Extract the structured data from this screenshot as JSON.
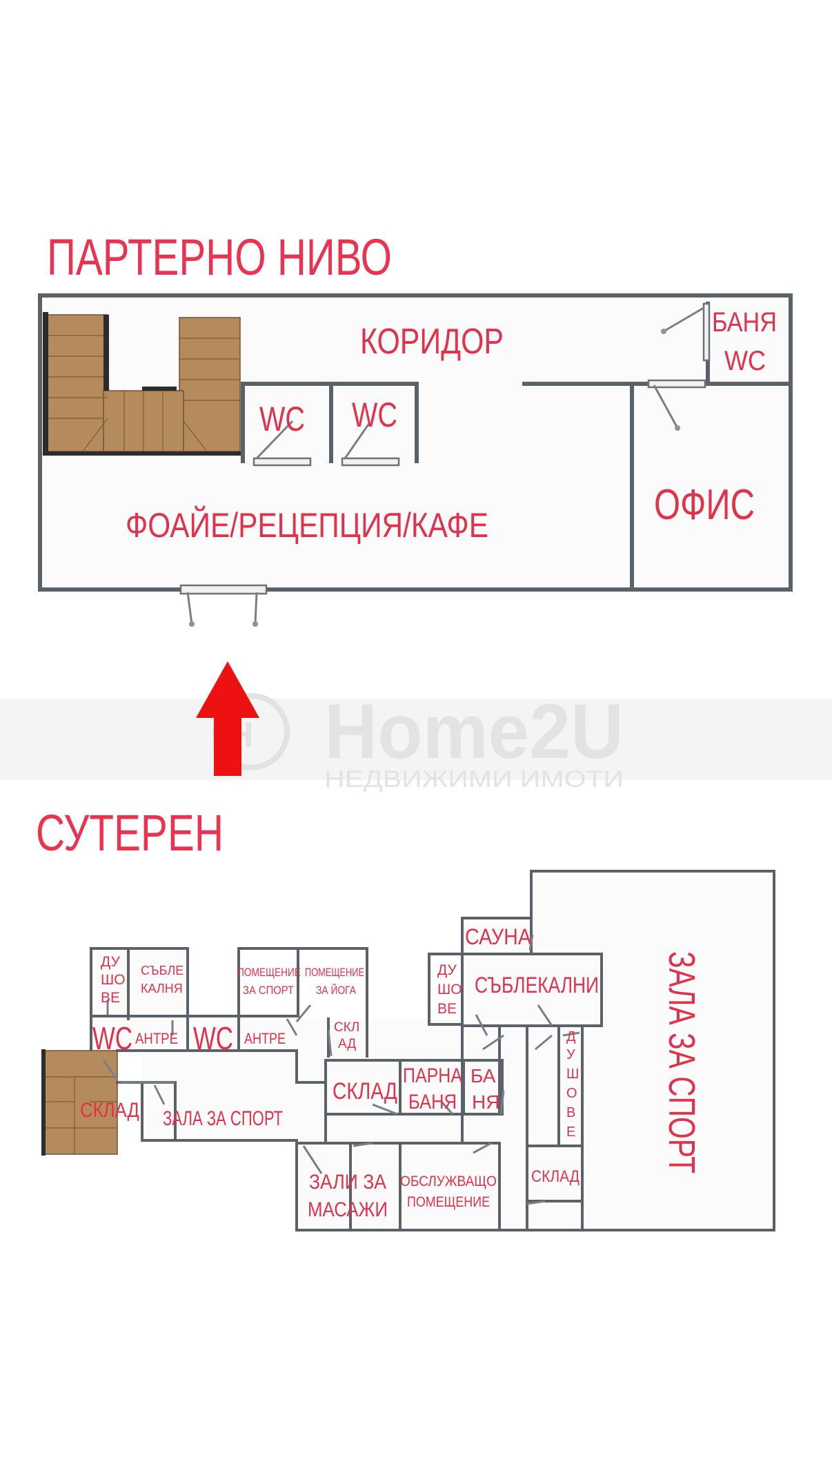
{
  "titles": {
    "ground_floor": "ПАРТЕРНО НИВО",
    "basement": "СУТЕРЕН"
  },
  "watermark": {
    "brand": "Home2U",
    "tagline": "НЕДВИЖИМИ ИМОТИ"
  },
  "ground_floor": {
    "corridor": "КОРИДОР",
    "bathroom_wc_line1": "БАНЯ",
    "bathroom_wc_line2": "WC",
    "wc_1": "WC",
    "wc_2": "WC",
    "lobby": "ФОАЙЕ/РЕЦЕПЦИЯ/КАФЕ",
    "office": "ОФИС"
  },
  "basement": {
    "showers_left_lines": [
      "ДУ",
      "ШО",
      "ВЕ"
    ],
    "changing_left_lines": [
      "СЪБЛЕ",
      "КАЛНЯ"
    ],
    "sports_room_lines": [
      "ПОМЕЩЕНИЕ",
      "ЗА СПОРТ"
    ],
    "yoga_room_lines": [
      "ПОМЕЩЕНИЕ",
      "ЗА ЙОГА"
    ],
    "wc_left": "WC",
    "antre_left": "АНТРЕ",
    "wc_mid": "WC",
    "antre_mid": "АНТРЕ",
    "storage_small_lines": [
      "СКЛ",
      "АД"
    ],
    "storage_left": "СКЛАД",
    "sports_hall_small": "ЗАЛА ЗА СПОРТ",
    "storage_mid": "СКЛАД",
    "steam_bath_lines": [
      "ПАРНА",
      "БАНЯ"
    ],
    "bath_lines": [
      "БА",
      "НЯ"
    ],
    "sauna": "САУНА",
    "showers_mid_lines": [
      "ДУ",
      "ШО",
      "ВЕ"
    ],
    "changing_rooms": "СЪБЛЕКАЛНИ",
    "showers_vertical_lines": [
      "Д",
      "У",
      "Ш",
      "О",
      "В",
      "Е"
    ],
    "storage_right": "СКЛАД",
    "sports_hall_big": "ЗАЛА ЗА СПОРТ",
    "massage_rooms_lines": [
      "ЗАЛИ ЗА",
      "МАСАЖИ"
    ],
    "service_room_lines": [
      "ОБСЛУЖВАЩО",
      "ПОМЕЩЕНИЕ"
    ]
  },
  "colors": {
    "label": "#e0324b",
    "title": "#ea3350",
    "wall": "#5b6169",
    "stairs": "#b58a5c",
    "arrow": "#ee1111"
  },
  "icons": {
    "entrance_arrow": "arrow-up-icon",
    "watermark_logo": "home2u-logo-icon"
  }
}
